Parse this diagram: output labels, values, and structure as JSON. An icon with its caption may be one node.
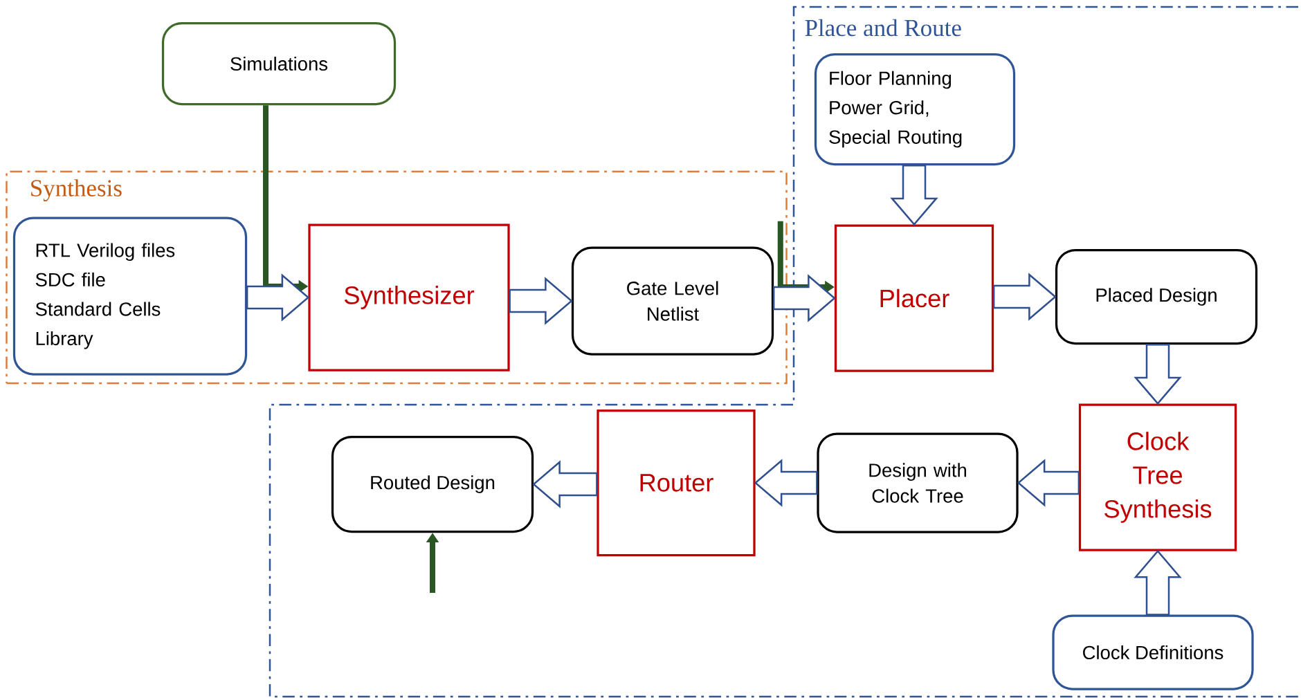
{
  "diagram": {
    "nodes": [
      {
        "text": [
          "Simulations"
        ]
      },
      {
        "text": [
          "Synthesis"
        ]
      },
      {
        "text": [
          "RTL Verilog files",
          "SDC file",
          "Standard Cells",
          "Library"
        ],
        "in": 1
      },
      {
        "text": [
          "Synthesizer"
        ]
      },
      {
        "text": [
          "Gate Level Netlist"
        ]
      },
      {
        "text": [
          "Place and Route"
        ]
      },
      {
        "text": [
          "Floor Planning",
          "Power Grid,",
          "Special Routing"
        ],
        "in": 5
      },
      {
        "text": [
          "Placer"
        ],
        "in": 5
      },
      {
        "text": [
          "Placed Design"
        ],
        "in": 5
      },
      {
        "text": [
          "Routed Design"
        ],
        "in": 5
      },
      {
        "text": [
          "Router"
        ],
        "in": 5
      },
      {
        "text": [
          "Design with Clock Tree"
        ],
        "in": 5
      },
      {
        "text": [
          "Clock Tree Synthesis"
        ],
        "in": 5
      },
      {
        "text": [
          "Clock Definitions"
        ],
        "in": 5
      }
    ],
    "edges": [
      {
        "from": 0,
        "to": 3,
        "arrow": "to",
        "color": "#375623"
      },
      {
        "from": 2,
        "to": 3,
        "arrow": "to",
        "style": "thick"
      },
      {
        "from": 3,
        "to": 4,
        "arrow": "to",
        "style": "thick"
      },
      {
        "from": 1,
        "to": 7,
        "arrow": "to",
        "color": "#375623"
      },
      {
        "from": 4,
        "to": 7,
        "arrow": "to",
        "style": "thick"
      },
      {
        "from": 6,
        "to": 7,
        "arrow": "to",
        "style": "thick"
      },
      {
        "from": 7,
        "to": 8,
        "arrow": "to",
        "style": "thick"
      },
      {
        "from": 8,
        "to": 12,
        "arrow": "to",
        "style": "thick"
      },
      {
        "from": 13,
        "to": 12,
        "arrow": "to",
        "style": "thick"
      },
      {
        "from": 12,
        "to": 11,
        "arrow": "to",
        "style": "thick"
      },
      {
        "from": 11,
        "to": 10,
        "arrow": "to",
        "style": "thick"
      },
      {
        "from": 10,
        "to": 9,
        "arrow": "to",
        "style": "thick"
      },
      {
        "from": null,
        "to": 9,
        "arrow": "to",
        "color": "#375623"
      }
    ]
  }
}
